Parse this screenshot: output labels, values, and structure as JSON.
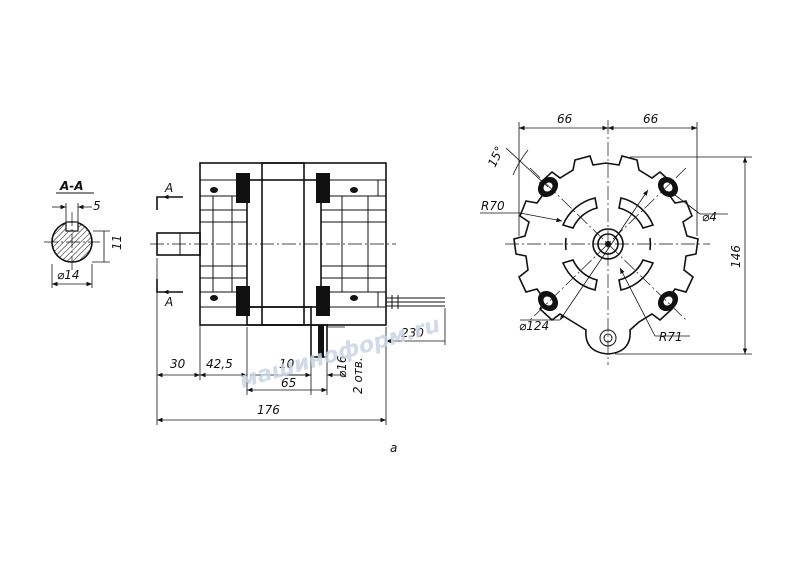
{
  "section_view": {
    "title": "А-А",
    "dim_key_width": "5",
    "dim_flat": "11",
    "dim_diameter": "⌀14"
  },
  "side_view": {
    "section_mark_top": "А",
    "section_mark_bottom": "А",
    "dim_shaft": "30",
    "dim_bolt_offset": "42,5",
    "dim_bolt_width": "10",
    "dim_bolt_span": "65",
    "dim_bolt_hole": "⌀16",
    "dim_bolt_holes_count": "2 отв.",
    "dim_lead_length": "230",
    "dim_overall": "176"
  },
  "front_view": {
    "dim_half_left": "66",
    "dim_half_right": "66",
    "dim_angle": "15°",
    "dim_radius_r70": "R70",
    "dim_radius_r71": "R71",
    "dim_hole_small": "⌀4",
    "dim_bolt_circle": "⌀124",
    "dim_height": "146"
  },
  "caption": "а",
  "watermark": "машиноформ.ru"
}
